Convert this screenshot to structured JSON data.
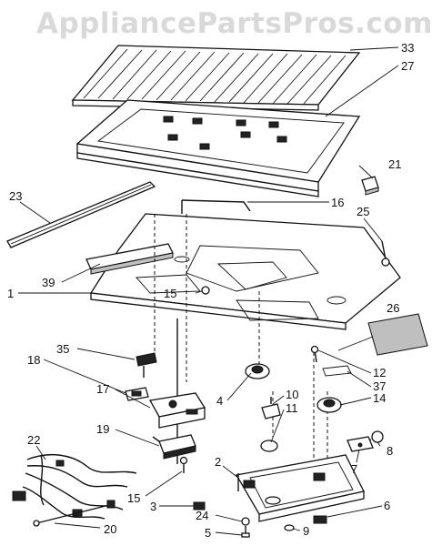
{
  "watermark": "AppliancePartsPros.com",
  "callouts": [
    "33",
    "27",
    "21",
    "23",
    "16",
    "25",
    "39",
    "1",
    "15",
    "26",
    "35",
    "18",
    "12",
    "37",
    "4",
    "14",
    "10",
    "11",
    "17",
    "19",
    "22",
    "8",
    "7",
    "2",
    "15",
    "3",
    "24",
    "5",
    "9",
    "6",
    "20"
  ]
}
